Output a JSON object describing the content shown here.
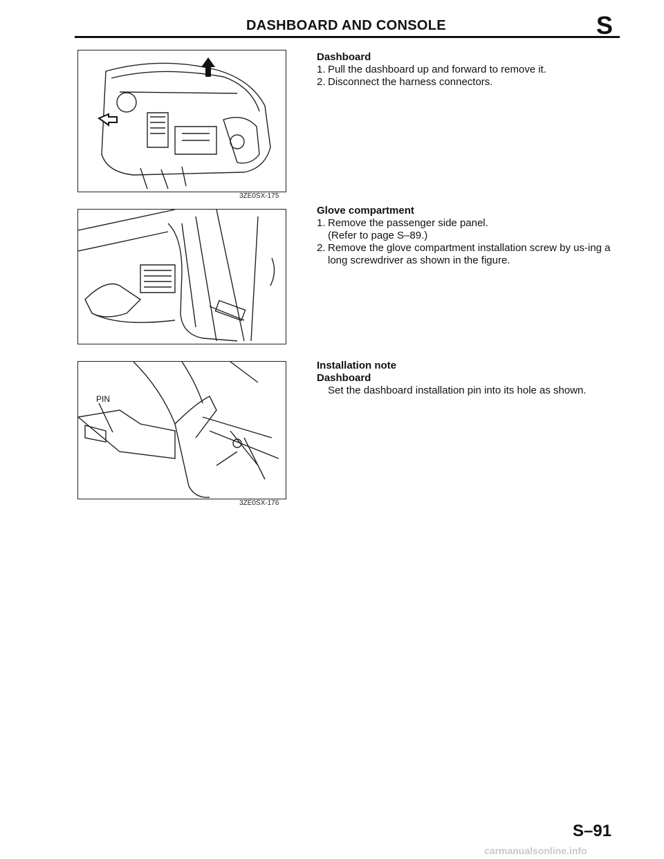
{
  "header": {
    "title": "DASHBOARD AND CONSOLE",
    "section_letter": "S"
  },
  "figures": {
    "fig1_code": "3ZE0SX-175",
    "fig3_code": "3ZE0SX-176",
    "fig3_label": "PIN"
  },
  "sections": {
    "dashboard": {
      "heading": "Dashboard",
      "steps": [
        {
          "num": "1.",
          "text": "Pull the dashboard up and forward to remove it."
        },
        {
          "num": "2.",
          "text": "Disconnect the harness connectors."
        }
      ]
    },
    "glove": {
      "heading": "Glove compartment",
      "steps": [
        {
          "num": "1.",
          "text": "Remove the passenger side panel."
        },
        {
          "num": "2.",
          "text": "Remove the glove compartment installation screw by us-ing a long screwdriver as shown in the figure."
        }
      ],
      "step1_note": "(Refer to page S–89.)"
    },
    "install": {
      "heading": "Installation note",
      "subheading": "Dashboard",
      "text": "Set the dashboard installation pin into its hole as shown."
    }
  },
  "footer": {
    "page_number": "S–91",
    "watermark": "carmanualsonline.info"
  }
}
